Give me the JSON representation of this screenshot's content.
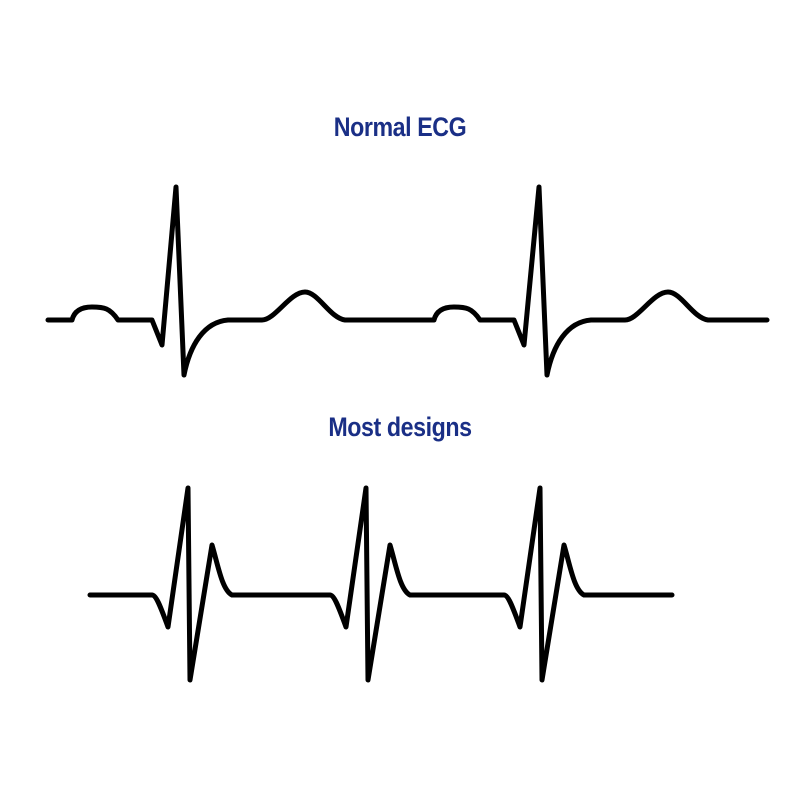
{
  "panels": [
    {
      "title": "Normal ECG",
      "description": "Realistic ECG trace with P wave, QRS complex and T wave",
      "beats": 2,
      "components": [
        "P wave",
        "Q dip",
        "R peak",
        "S trough",
        "ST recovery",
        "T wave"
      ]
    },
    {
      "title": "Most designs",
      "description": "Stylized heartbeat icon trace commonly used in designs",
      "beats": 3,
      "components": [
        "Q dip",
        "R peak",
        "S trough",
        "secondary peak"
      ]
    }
  ],
  "colors": {
    "title": "#1a2f86",
    "trace": "#000000",
    "background": "#ffffff"
  }
}
